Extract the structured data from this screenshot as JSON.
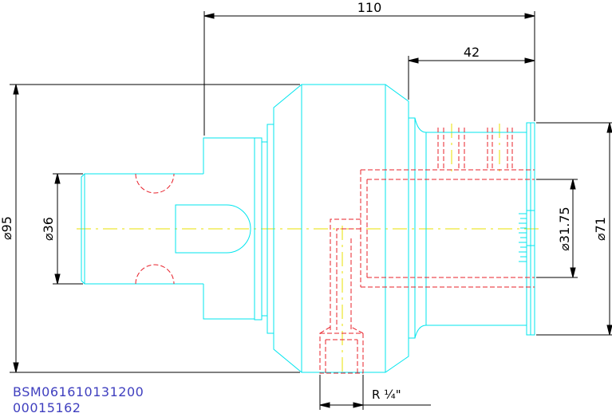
{
  "dimensions": {
    "length_overall": "110",
    "length_nose": "42",
    "dia_flange": "⌀95",
    "dia_shank": "⌀36",
    "dia_bore": "⌀31.75",
    "dia_face": "⌀71",
    "thread": "R  ¼\""
  },
  "codes": {
    "part_number": "BSM061610131200",
    "serial": "00015162"
  },
  "colors": {
    "outline": "#00e5ee",
    "hidden": "#e8202a",
    "center": "#e8e000",
    "dimension": "#000000",
    "code": "#3f3fbf"
  }
}
